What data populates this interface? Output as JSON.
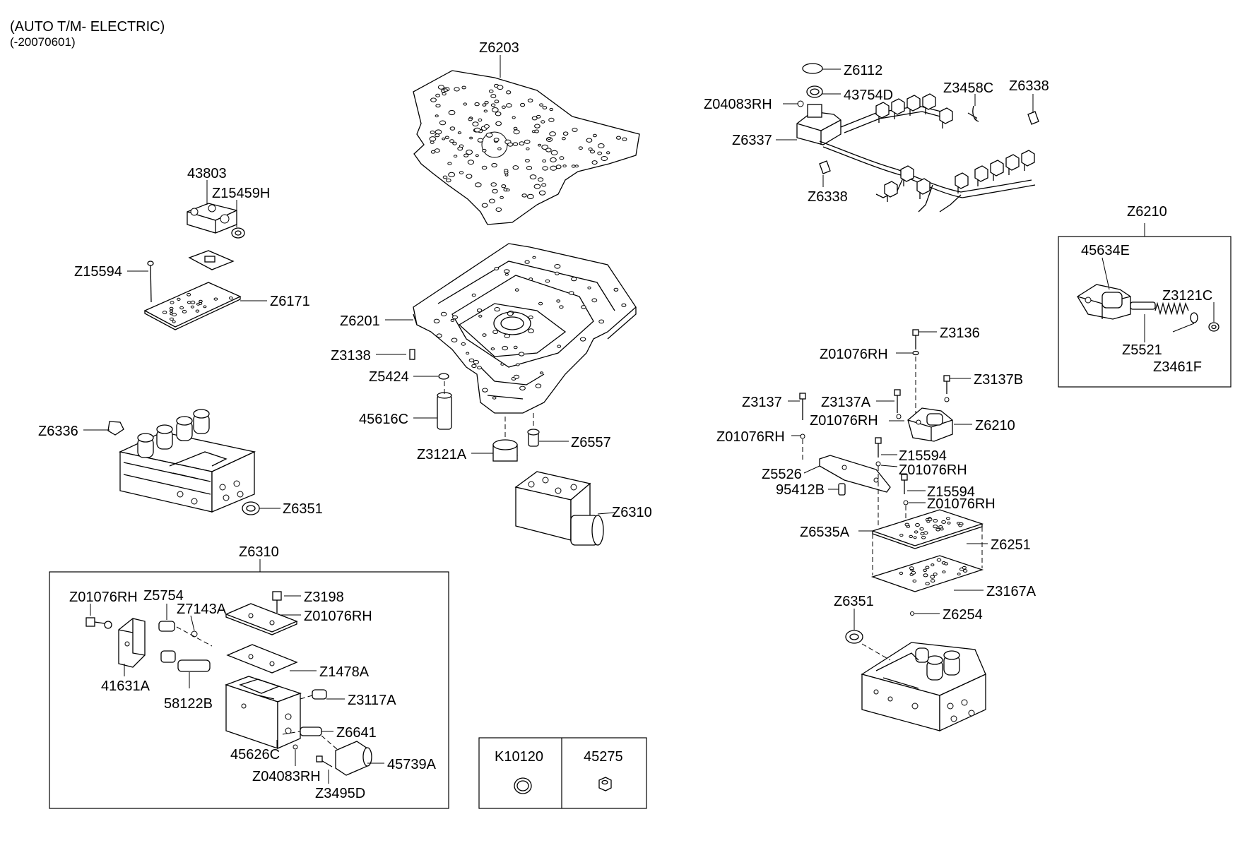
{
  "header": {
    "title": "(AUTO T/M- ELECTRIC)",
    "date_range": "(-20070601)"
  },
  "labels": {
    "L01": "Z6203",
    "L02": "43803",
    "L03": "Z15459H",
    "L04": "Z15594",
    "L05": "Z6171",
    "L06": "Z6201",
    "L07": "Z3138",
    "L08": "Z5424",
    "L09": "45616C",
    "L10": "Z3121A",
    "L11": "Z6557",
    "L12": "Z6336",
    "L13": "Z6351",
    "L14": "Z6310",
    "L15": "Z6310",
    "L16": "Z6112",
    "L17": "43754D",
    "L18": "Z04083RH",
    "L19": "Z3458C",
    "L20": "Z6338",
    "L21": "Z6337",
    "L22": "Z6338",
    "L23": "Z6210",
    "L24": "45634E",
    "L25": "Z3121C",
    "L26": "Z5521",
    "L27": "Z3461F",
    "L28": "Z3136",
    "L29": "Z01076RH",
    "L30": "Z3137B",
    "L31": "Z3137",
    "L32": "Z3137A",
    "L33": "Z01076RH",
    "L34": "Z6210",
    "L35": "Z01076RH",
    "L36": "Z15594",
    "L37": "Z5526",
    "L38": "Z01076RH",
    "L39": "95412B",
    "L40": "Z15594",
    "L41": "Z01076RH",
    "L42": "Z6535A",
    "L43": "Z6251",
    "L44": "Z3167A",
    "L45": "Z6351",
    "L46": "Z6254",
    "L47": "Z01076RH",
    "L48": "Z5754",
    "L49": "Z7143A",
    "L50": "Z3198",
    "L51": "Z01076RH",
    "L52": "Z1478A",
    "L53": "41631A",
    "L54": "58122B",
    "L55": "Z3117A",
    "L56": "Z6641",
    "L57": "45626C",
    "L58": "Z04083RH",
    "L59": "45739A",
    "L60": "Z3495D",
    "L61": "K10120",
    "L62": "45275"
  }
}
